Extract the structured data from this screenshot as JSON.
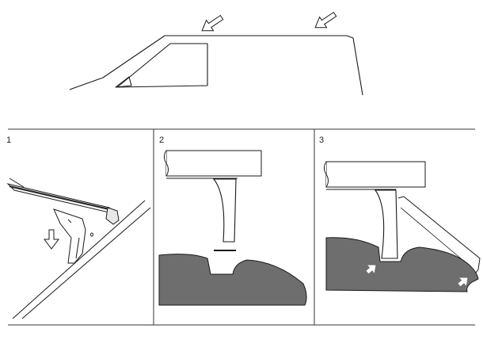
{
  "colors": {
    "stroke": "#1a1a1a",
    "panel_border": "#333333",
    "ground_fill": "#6e6e6e",
    "arrow_fill": "#ffffff",
    "background": "#ffffff"
  },
  "panels": [
    {
      "number": "1"
    },
    {
      "number": "2"
    },
    {
      "number": "3"
    }
  ],
  "icons": [
    "down-arrow-icon",
    "insertion-arrow-icon"
  ]
}
